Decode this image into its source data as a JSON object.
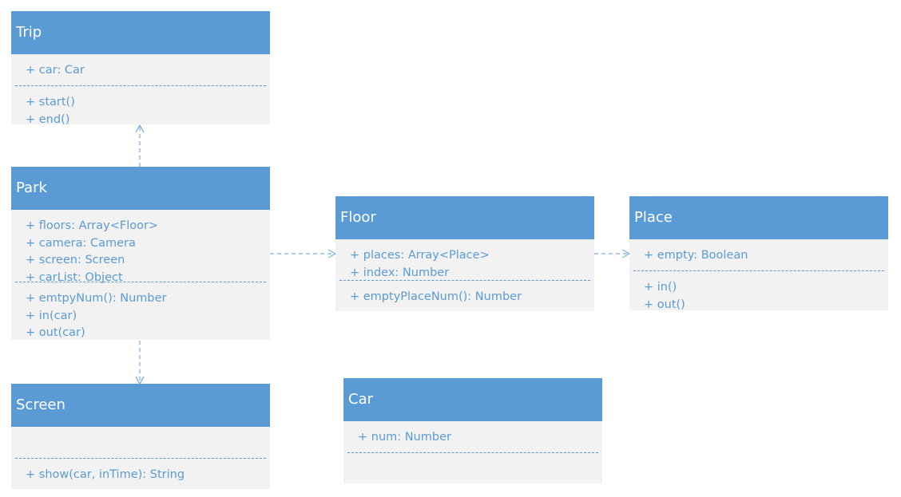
{
  "diagram": {
    "classes": [
      {
        "id": "trip",
        "name": "Trip",
        "attributes": [
          "+ car: Car"
        ],
        "methods": [
          "+ start()",
          "+ end()"
        ]
      },
      {
        "id": "park",
        "name": "Park",
        "attributes": [
          "+ floors: Array<Floor>",
          "+ camera: Camera",
          "+ screen: Screen",
          "+ carList: Object"
        ],
        "methods": [
          "+ emtpyNum(): Number",
          "+ in(car)",
          "+ out(car)"
        ]
      },
      {
        "id": "screen",
        "name": "Screen",
        "attributes": [],
        "methods": [
          "+ show(car, inTime): String"
        ]
      },
      {
        "id": "floor",
        "name": "Floor",
        "attributes": [
          "+ places: Array<Place>",
          "+ index: Number"
        ],
        "methods": [
          "+ emptyPlaceNum(): Number"
        ]
      },
      {
        "id": "place",
        "name": "Place",
        "attributes": [
          "+ empty: Boolean"
        ],
        "methods": [
          "+ in()",
          "+ out()"
        ]
      },
      {
        "id": "car",
        "name": "Car",
        "attributes": [
          "+ num: Number"
        ],
        "methods": []
      }
    ],
    "relations": [
      {
        "from": "park",
        "to": "trip",
        "type": "dependency"
      },
      {
        "from": "park",
        "to": "screen",
        "type": "dependency"
      },
      {
        "from": "park",
        "to": "floor",
        "type": "dependency"
      },
      {
        "from": "floor",
        "to": "place",
        "type": "dependency"
      }
    ],
    "colors": {
      "header": "#5b9bd5",
      "body": "#f2f2f2",
      "text": "#5b9bd5",
      "header_text": "#ffffff",
      "line": "#5b9bd5"
    }
  }
}
